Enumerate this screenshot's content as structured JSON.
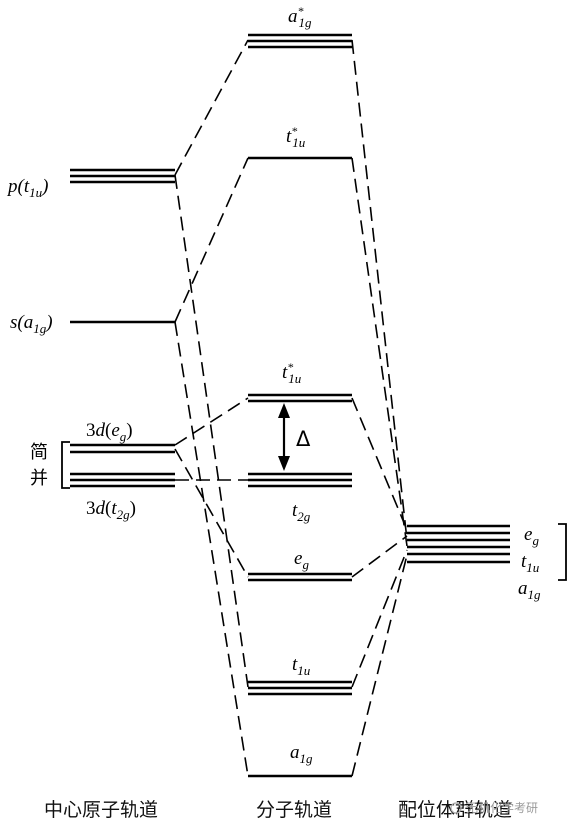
{
  "diagram": {
    "labels": {
      "a1g_star": {
        "base": "a",
        "sub": "1g",
        "sup": "*"
      },
      "t1u_star_top": {
        "base": "t",
        "sub": "1u",
        "sup": "*"
      },
      "p_t1u": {
        "pre": "p(",
        "base": "t",
        "sub": "1u",
        "post": ")"
      },
      "s_a1g": {
        "pre": "s(",
        "base": "a",
        "sub": "1g",
        "post": ")"
      },
      "t1u_star_mid": {
        "base": "t",
        "sub": "1u",
        "sup": "*"
      },
      "d_eg": {
        "pre": "3",
        "d": "d",
        "open": "(",
        "base": "e",
        "sub": "g",
        "post": ")"
      },
      "d_t2g": {
        "pre": "3",
        "d": "d",
        "open": "(",
        "base": "t",
        "sub": "2g",
        "post": ")"
      },
      "delta": "Δ",
      "t2g": {
        "base": "t",
        "sub": "2g"
      },
      "eg_mol": {
        "base": "e",
        "sub": "g"
      },
      "t1u_mol": {
        "base": "t",
        "sub": "1u"
      },
      "a1g_mol": {
        "base": "a",
        "sub": "1g"
      },
      "lig_eg": {
        "base": "e",
        "sub": "g"
      },
      "lig_t1u": {
        "base": "t",
        "sub": "1u"
      },
      "lig_a1g": {
        "base": "a",
        "sub": "1g"
      }
    },
    "degenerate_label_line1": "简",
    "degenerate_label_line2": "并"
  },
  "footer": {
    "central_atom_orbitals": "中心原子轨道",
    "molecular_orbitals": "分子轨道",
    "ligand_group_orbitals": "配位体群轨道"
  },
  "watermark": "无机化学考研"
}
